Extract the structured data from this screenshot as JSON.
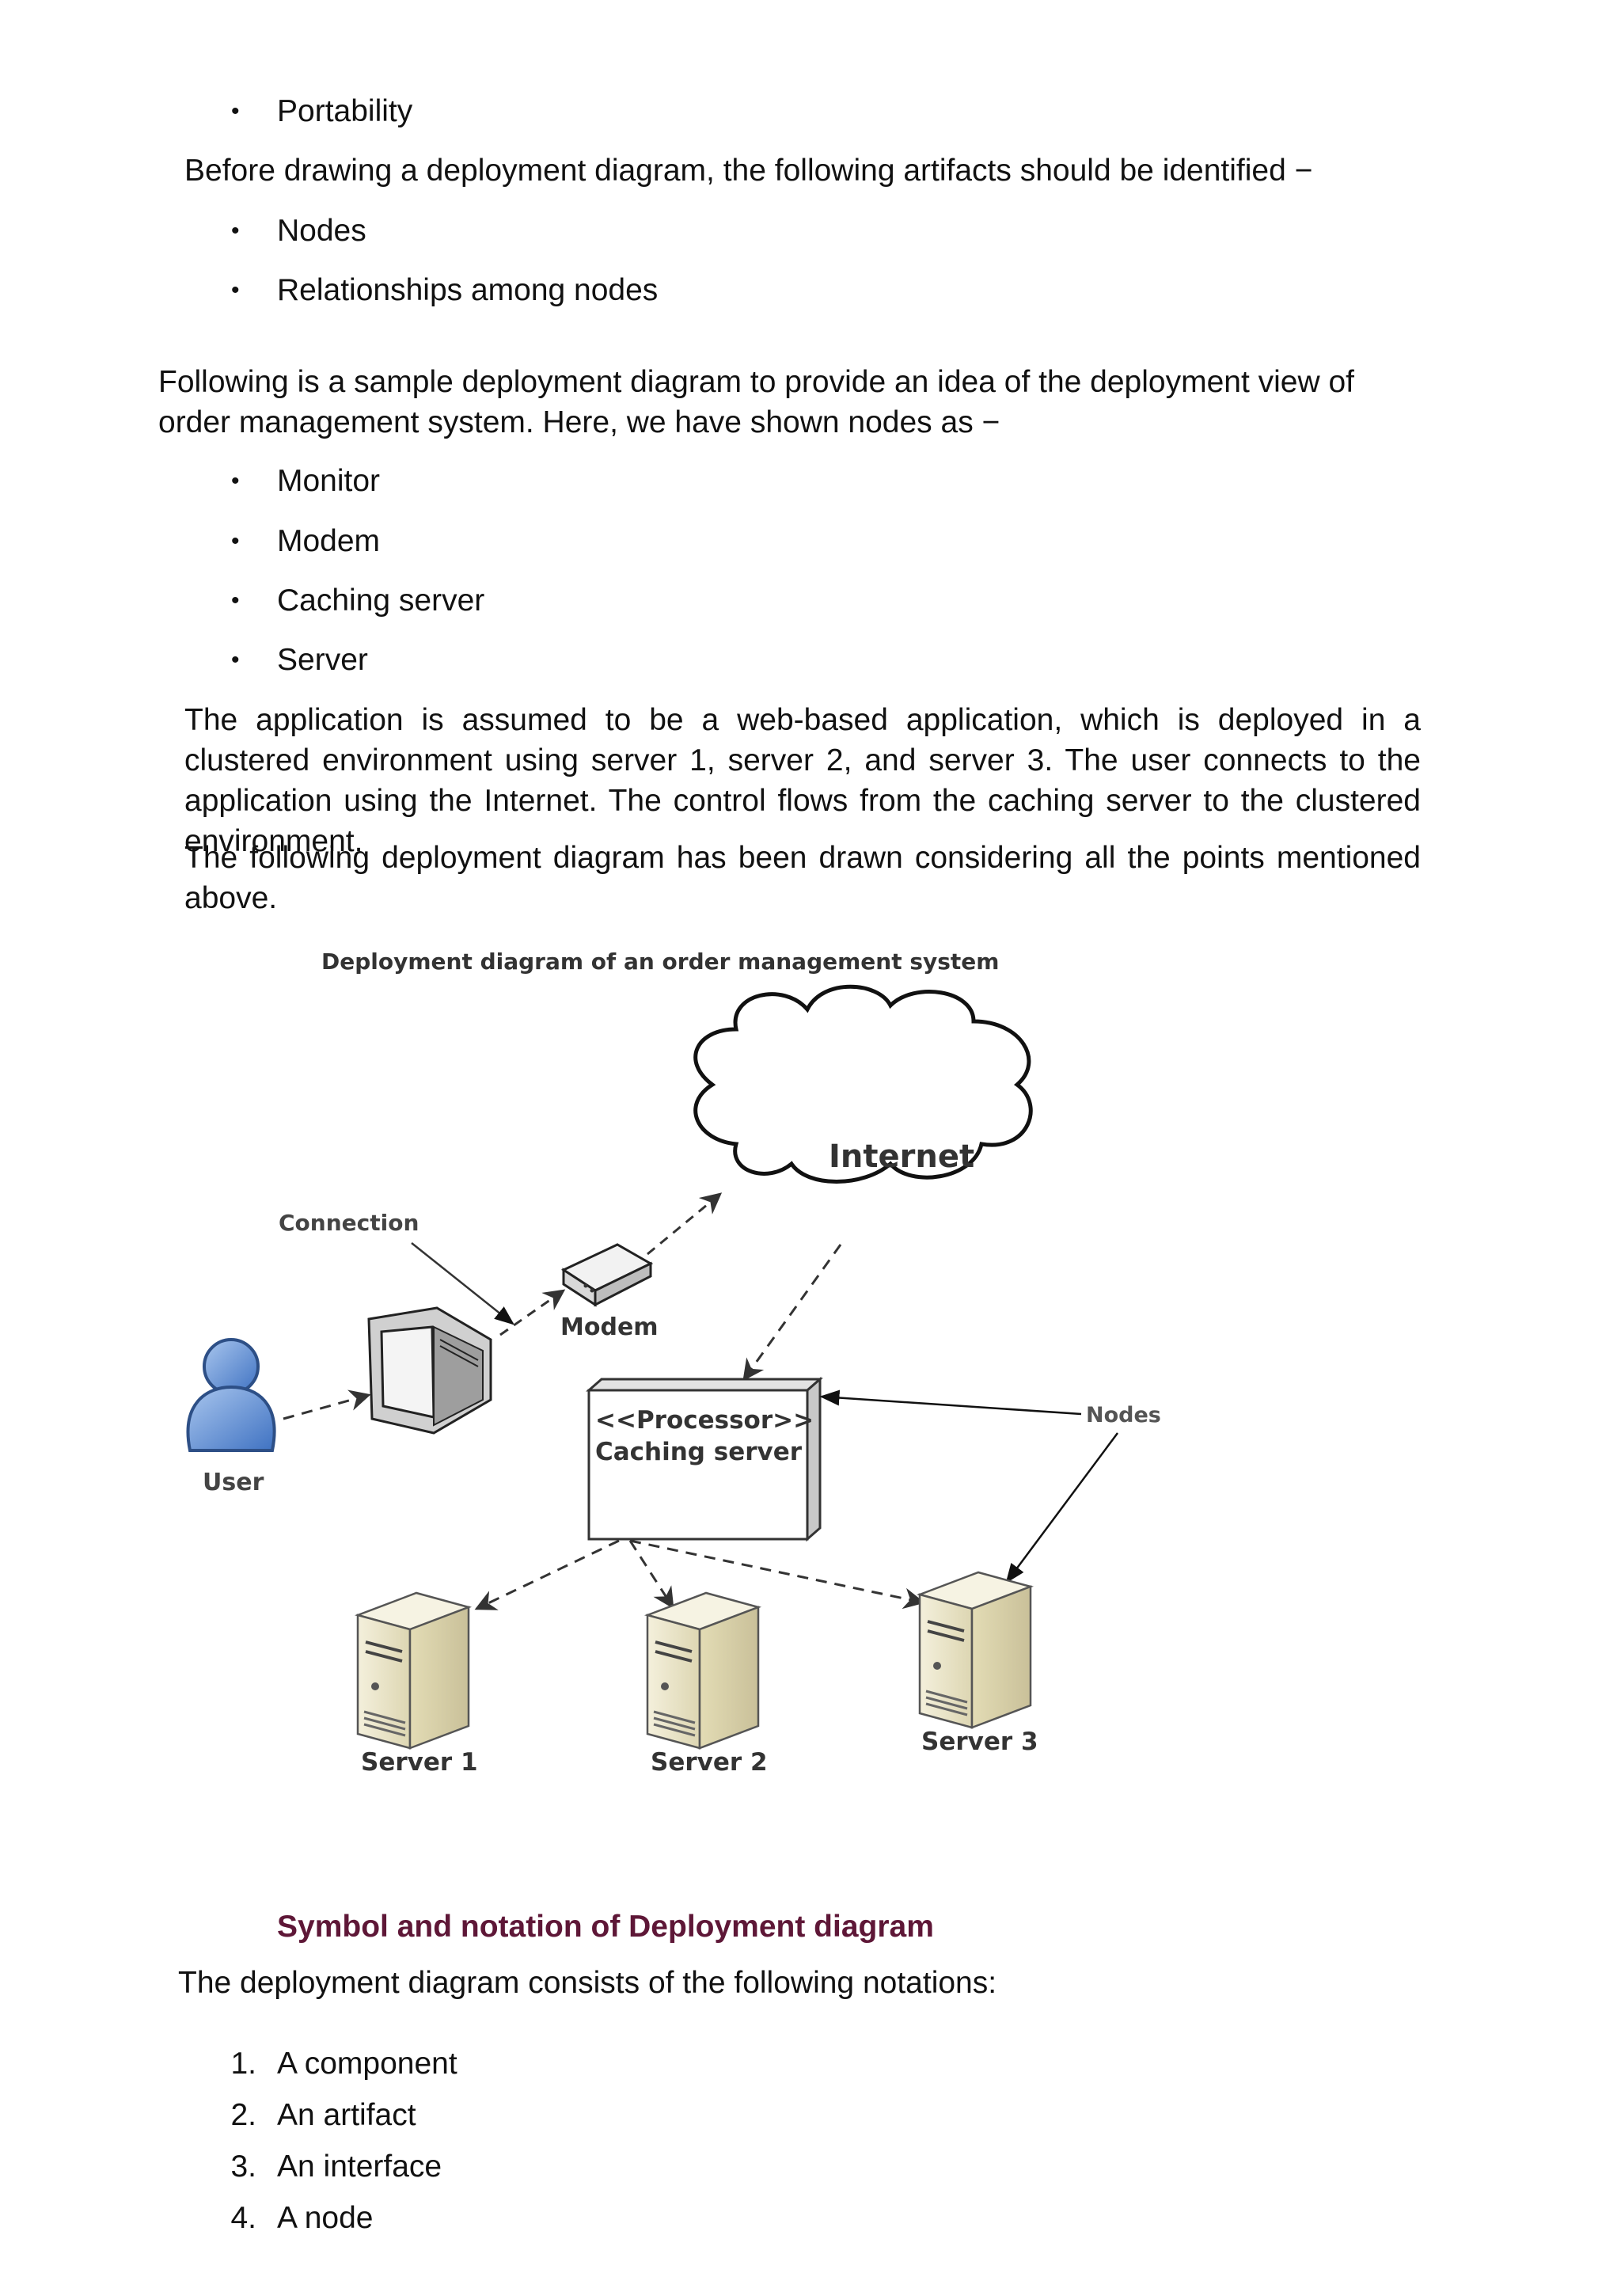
{
  "intro": {
    "bullet_portability": "Portability",
    "before_text": "Before drawing a deployment diagram, the following artifacts should be identified −",
    "artifacts": [
      "Nodes",
      "Relationships among nodes"
    ]
  },
  "sample": {
    "paragraph": "Following is a sample deployment diagram to provide an idea of the deployment view of order management system. Here, we have shown nodes as −",
    "nodes": [
      "Monitor",
      "Modem",
      "Caching server",
      "Server"
    ],
    "app_paragraph": "The application is assumed to be a web-based application, which is deployed in a clustered environment using server 1, server 2, and server 3. The user connects to the application using the Internet. The control flows from the caching server to the clustered environment.",
    "following_paragraph": "The following deployment diagram has been drawn considering all the points mentioned above."
  },
  "diagram": {
    "title": "Deployment diagram of an order management system",
    "internet_label": "Internet",
    "connection_label": "Connection",
    "modem_label": "Modem",
    "user_label": "User",
    "processor_stereotype": "<<Processor>>",
    "caching_server_label": "Caching server",
    "nodes_label": "Nodes",
    "server1_label": "Server 1",
    "server2_label": "Server 2",
    "server3_label": "Server 3"
  },
  "notation": {
    "heading": "Symbol and notation of Deployment diagram",
    "intro": "The deployment diagram consists of the following notations:",
    "items": [
      {
        "num": "1.",
        "label": "A component"
      },
      {
        "num": "2.",
        "label": "An artifact"
      },
      {
        "num": "3.",
        "label": "An interface"
      },
      {
        "num": "4.",
        "label": "A node"
      }
    ]
  }
}
